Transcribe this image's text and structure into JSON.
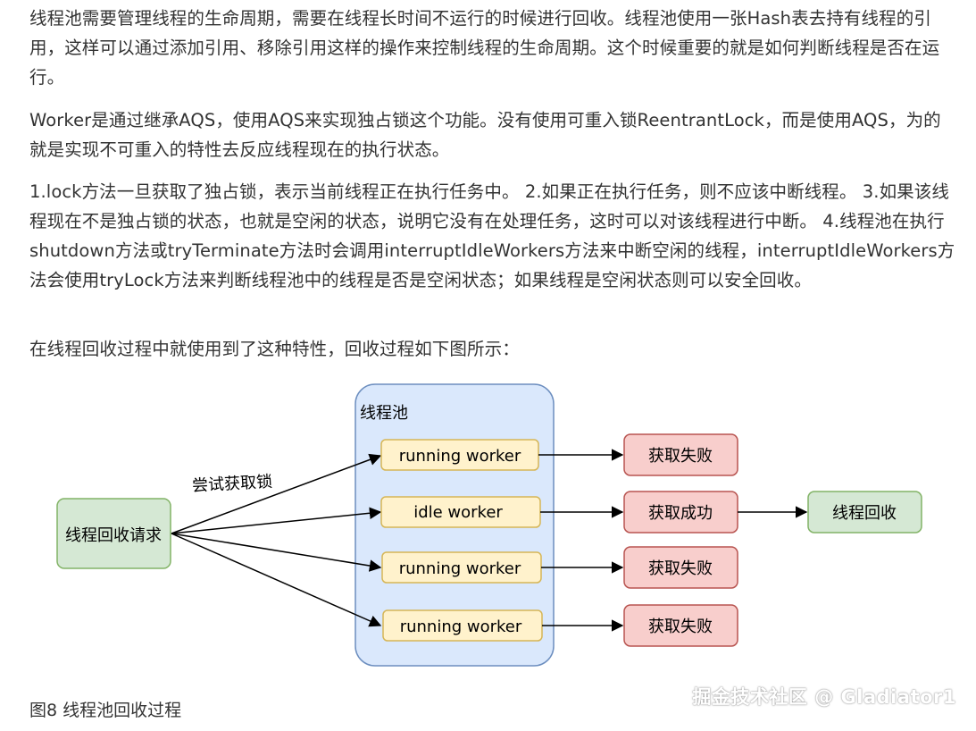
{
  "paragraphs": [
    "线程池需要管理线程的生命周期，需要在线程长时间不运行的时候进行回收。线程池使用一张Hash表去持有线程的引用，这样可以通过添加引用、移除引用这样的操作来控制线程的生命周期。这个时候重要的就是如何判断线程是否在运行。",
    "Worker是通过继承AQS，使用AQS来实现独占锁这个功能。没有使用可重入锁ReentrantLock，而是使用AQS，为的就是实现不可重入的特性去反应线程现在的执行状态。",
    "1.lock方法一旦获取了独占锁，表示当前线程正在执行任务中。 2.如果正在执行任务，则不应该中断线程。 3.如果该线程现在不是独占锁的状态，也就是空闲的状态，说明它没有在处理任务，这时可以对该线程进行中断。 4.线程池在执行shutdown方法或tryTerminate方法时会调用interruptIdleWorkers方法来中断空闲的线程，interruptIdleWorkers方法会使用tryLock方法来判断线程池中的线程是否是空闲状态；如果线程是空闲状态则可以安全回收。",
    "在线程回收过程中就使用到了这种特性，回收过程如下图所示："
  ],
  "diagram": {
    "pool_label": "线程池",
    "request_label": "线程回收请求",
    "edge_label": "尝试获取锁",
    "workers": [
      "running worker",
      "idle worker",
      "running worker",
      "running worker"
    ],
    "results": [
      "获取失败",
      "获取成功",
      "获取失败",
      "获取失败"
    ],
    "final_label": "线程回收",
    "colors": {
      "pool_fill": "#dae8fc",
      "pool_stroke": "#6c8ebf",
      "green_fill": "#d5e8d4",
      "green_stroke": "#82b366",
      "yellow_fill": "#fff2cc",
      "yellow_stroke": "#d6b656",
      "red_fill": "#f8cecc",
      "red_stroke": "#b85450"
    }
  },
  "caption": "图8 线程池回收过程",
  "watermark": "掘金技术社区 @ Gladiator1"
}
